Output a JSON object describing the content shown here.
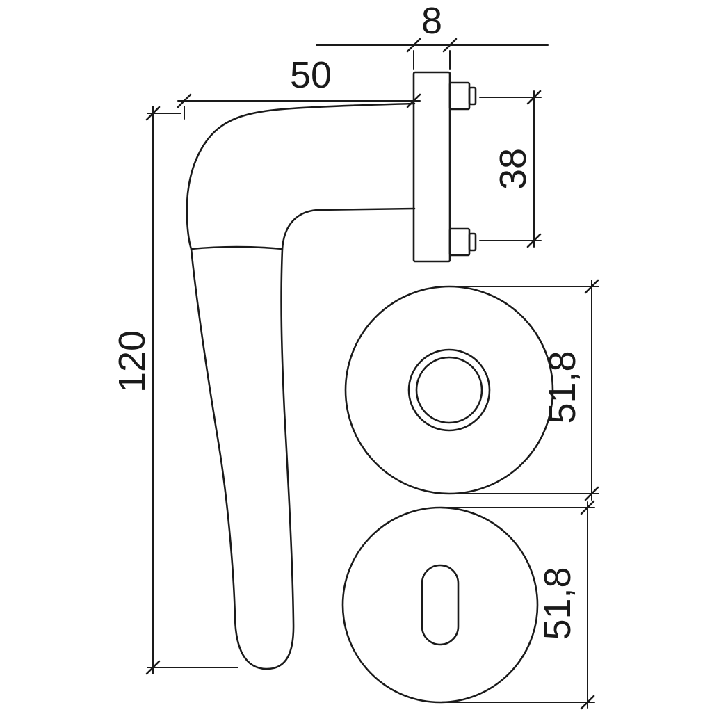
{
  "palette": {
    "ink": "#1a1a1a",
    "paper": "#ffffff"
  },
  "dimensions": {
    "plate_width": "8",
    "projection": "50",
    "fixing_spacing": "38",
    "handle_length": "120",
    "rosette_top_diameter": "51,8",
    "rosette_bottom_diameter": "51,8"
  }
}
